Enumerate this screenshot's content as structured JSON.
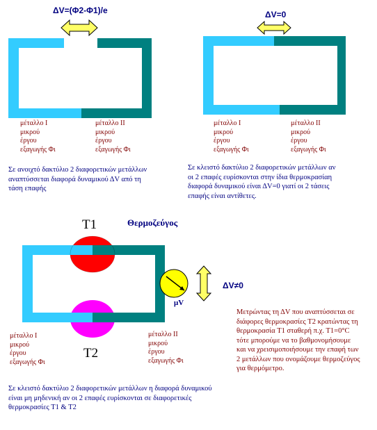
{
  "panels": {
    "open_ring": {
      "dv_label": "ΔV=(Φ2-Φ1)/e",
      "metal1": "μέταλλο Ι\nμικρού\nέργου\nεξαγωγής Φι",
      "metal2": "μέταλλο ΙΙ\nμικρού\nέργου\nεξαγωγής Φι",
      "description": "Σε ανοιχτό δακτύλιο 2 διαφορετικών μετάλλων αναπτύσσεται διαφορά δυναμικού ΔV από τη τάση επαφής"
    },
    "closed_ring": {
      "dv_label": "ΔV=0",
      "metal1": "μέταλλο Ι\nμικρού\nέργου\nεξαγωγής Φι",
      "metal2": "μέταλλο ΙΙ\nμικρού\nέργου\nεξαγωγής Φι",
      "description": "Σε κλειστό δακτύλιο 2 διαφορετικών μετάλλων αν οι 2 επαφές ευρίσκονται στην ίδια θερμοκρασίαη διαφορά δυναμικού είναι ΔV=0 γιατί οι 2 τάσεις επαφής είναι αντίθετες."
    },
    "thermocouple": {
      "title": "Θερμοζεύγος",
      "t1": "T1",
      "t2": "T2",
      "meter_label": "μV",
      "dv_label": "ΔV≠0",
      "metal1": "μέταλλο Ι\nμικρού\nέργου\nεξαγωγής Φι",
      "metal2": "μέταλλο ΙΙ\nμικρού\nέργου\nεξαγωγής Φι",
      "description": "Σε κλειστό δακτύλιο 2 διαφορετικών μετάλλων η διαφορά δυναμικού είναι μη μηδενική αν οι 2 επαφές ευρίσκονται σε διαφορετικές θερμοκρασίες T1 & T2",
      "measure_note": "Μετρώντας τη ΔV που αναπτύσσεται σε διάφορες θερμοκρασίες T2 κρατώντας τη θερμοκρασία T1 σταθερή π.χ. T1=0°C τότε μπορούμε να το βαθμονομήσουμε και να χρεισιμοποιήσουμε την επαφή των 2 μετάλλων που ονομάζουμε θερμοζεύγος για θερμόμετρο."
    }
  },
  "colors": {
    "metal_1": "#33ccff",
    "metal_2": "#008080",
    "arrow_fill": "#ffff66",
    "hot_junction": "#ff0000",
    "cold_junction": "#ff00ff",
    "meter": "#ffff00",
    "label_text": "#800000",
    "description_text": "#000080"
  }
}
